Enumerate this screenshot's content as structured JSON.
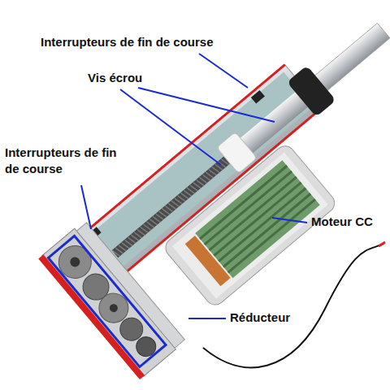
{
  "diagram": {
    "labels": [
      "Interrupteurs de fin de course",
      "Vis écrou",
      "Interrupteurs de fin de course",
      "Moteur CC",
      "Réducteur"
    ]
  }
}
